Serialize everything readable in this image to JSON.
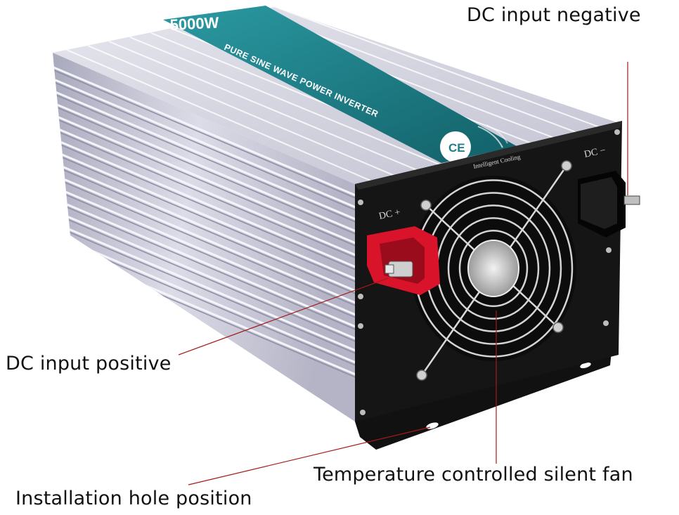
{
  "product": {
    "name": "PURE SINE WAVE POWER INVERTER",
    "power_rating": "5000W",
    "cert_mark": "CE",
    "panel_labels": {
      "fan_caption": "Intelligent Cooling",
      "terminal_positive": "DC +",
      "terminal_negative": "DC −"
    }
  },
  "callouts": {
    "dc_negative": "DC input negative",
    "dc_positive": "DC input positive",
    "fan": "Temperature controlled silent fan",
    "install_hole": "Installation hole position"
  },
  "colors": {
    "housing": "#c9c9d6",
    "fin_highlight": "#f4f4fa",
    "fin_shadow": "#8e8ea4",
    "end_panel": "#141414",
    "label_teal": "#1f7f86",
    "terminal_red": "#d8132a",
    "leader_line": "#a31a1a"
  }
}
